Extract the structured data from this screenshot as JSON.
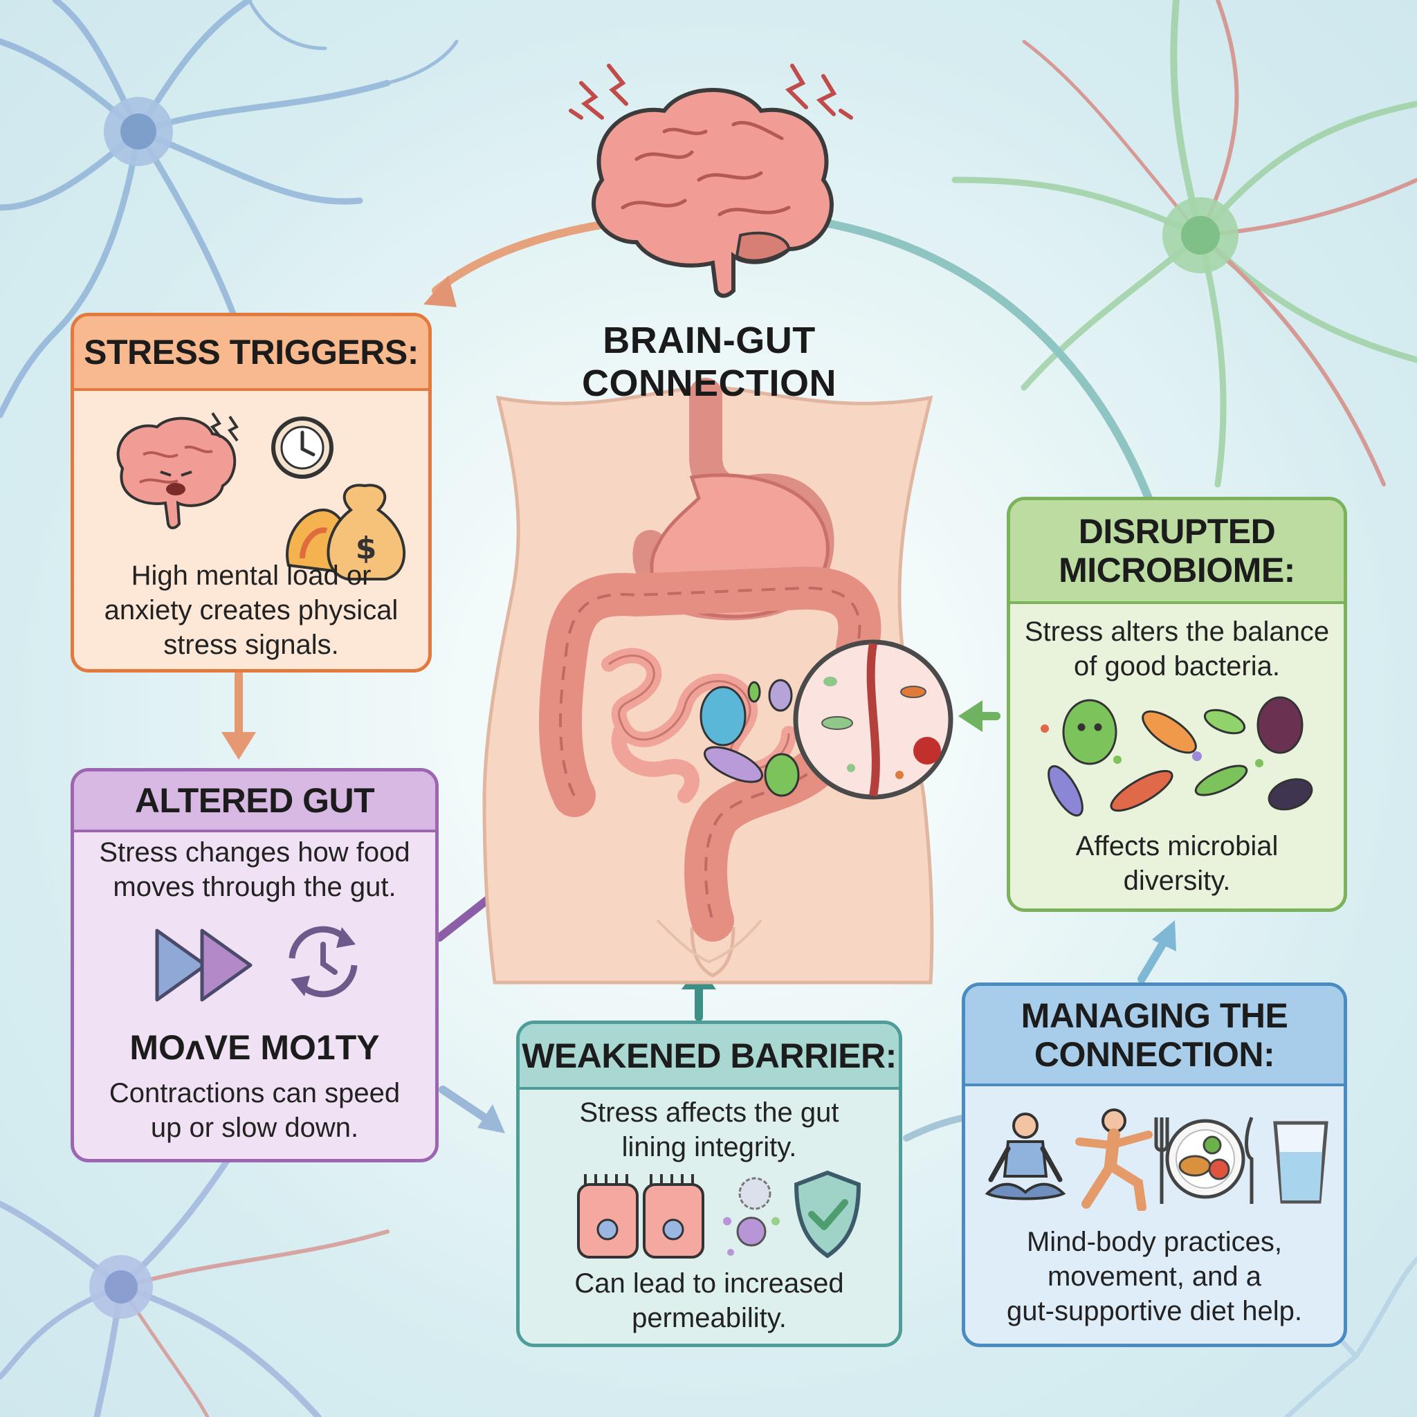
{
  "title": {
    "line1": "BRAIN-GUT",
    "line2": "CONNECTION"
  },
  "panels": {
    "stress": {
      "heading": "STRESS TRIGGERS:",
      "text": [
        "High mental load or",
        "anxiety creates physical",
        "stress signals."
      ],
      "color": "#e27a3f",
      "fill": "#fde8d8",
      "head_fill": "#f8b98e"
    },
    "altered": {
      "heading": "ALTERED GUT",
      "text": [
        "Stress changes how food",
        "moves through the gut."
      ],
      "subheading": "MOʌVE MO1TY",
      "subtext": [
        "Contractions can speed",
        "up or slow down."
      ],
      "color": "#9c66b0",
      "fill": "#f0e2f4",
      "head_fill": "#d8b9e4"
    },
    "barrier": {
      "heading": "WEAKENED BARRIER:",
      "text": [
        "Stress affects the gut",
        "lining integrity."
      ],
      "subtext": [
        "Can lead to increased",
        "permeability."
      ],
      "color": "#4e9d98",
      "fill": "#def0ee",
      "head_fill": "#a9d8d2"
    },
    "managing": {
      "heading": [
        "MANAGING THE",
        "CONNECTION:"
      ],
      "text": [
        "Mind-body practices,",
        "movement, and a",
        "gut-supportive diet help."
      ],
      "color": "#4a8cc2",
      "fill": "#deedf8",
      "head_fill": "#a8cdea"
    },
    "microbiome": {
      "heading": [
        "DISRUPTED",
        "MICROBIOME:"
      ],
      "text": [
        "Stress alters the balance",
        "of good bacteria."
      ],
      "subtext": [
        "Affects microbial",
        "diversity."
      ],
      "color": "#7bb25c",
      "fill": "#e9f3dc",
      "head_fill": "#bcdca2"
    }
  },
  "icons": [
    "stressed-brain-icon",
    "clock-icon",
    "money-bag-icon",
    "fast-forward-icon",
    "cycle-clock-icon",
    "gut-cells-icon",
    "immune-cells-icon",
    "shield-check-icon",
    "meditation-icon",
    "exercise-icon",
    "plate-icon",
    "water-glass-icon",
    "bacteria-icon"
  ]
}
